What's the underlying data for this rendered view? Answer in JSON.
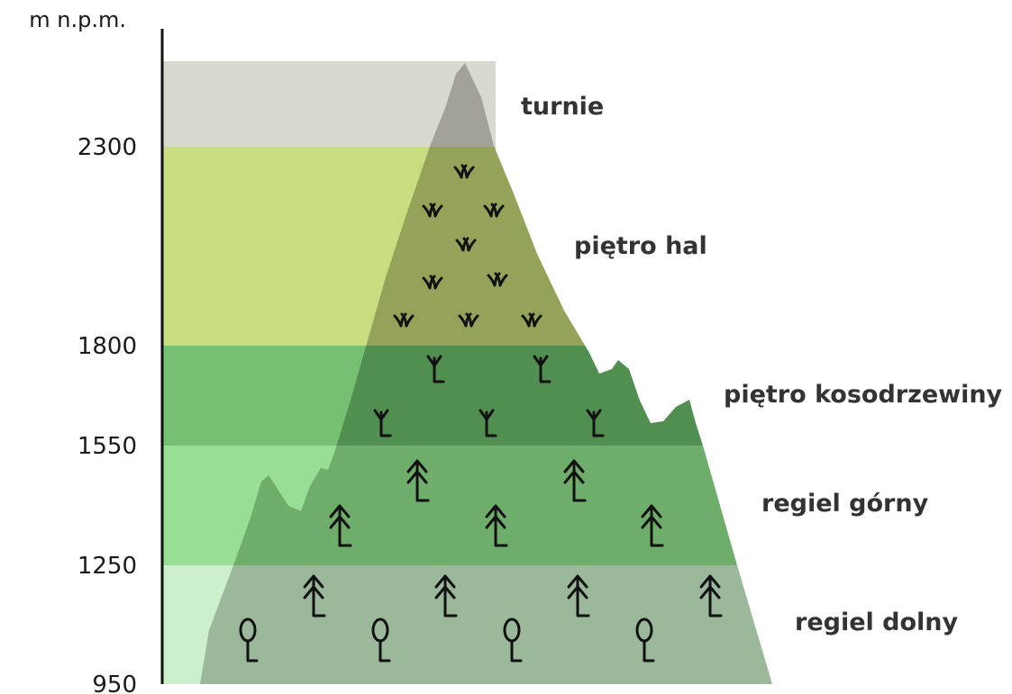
{
  "axis": {
    "unit_label": "m n.p.m.",
    "ticks": [
      "950",
      "1250",
      "1550",
      "1800",
      "2300"
    ]
  },
  "zones": [
    {
      "id": "regiel-dolny",
      "label": "regiel dolny",
      "from": 950,
      "to": 1250,
      "band_color": "#ccefcc",
      "mountain_color": "#9bb89a",
      "icon": "deciduous-tree-icon"
    },
    {
      "id": "regiel-gorny",
      "label": "regiel górny",
      "from": 1250,
      "to": 1550,
      "band_color": "#98df95",
      "mountain_color": "#6ead6a",
      "icon": "spruce-tree-icon"
    },
    {
      "id": "pietro-kosodrzewiny",
      "label": "piętro kosodrzewiny",
      "from": 1550,
      "to": 1800,
      "band_color": "#75c073",
      "mountain_color": "#508f50",
      "icon": "dwarf-pine-icon"
    },
    {
      "id": "pietro-hal",
      "label": "piętro hal",
      "from": 1800,
      "to": 2300,
      "band_color": "#c8dc80",
      "mountain_color": "#95a35a",
      "icon": "grass-tuft-icon"
    },
    {
      "id": "turnie",
      "label": "turnie",
      "from": 2300,
      "to": null,
      "band_color": "#d8d9d0",
      "mountain_color": "#a2a29a",
      "icon": null
    }
  ]
}
